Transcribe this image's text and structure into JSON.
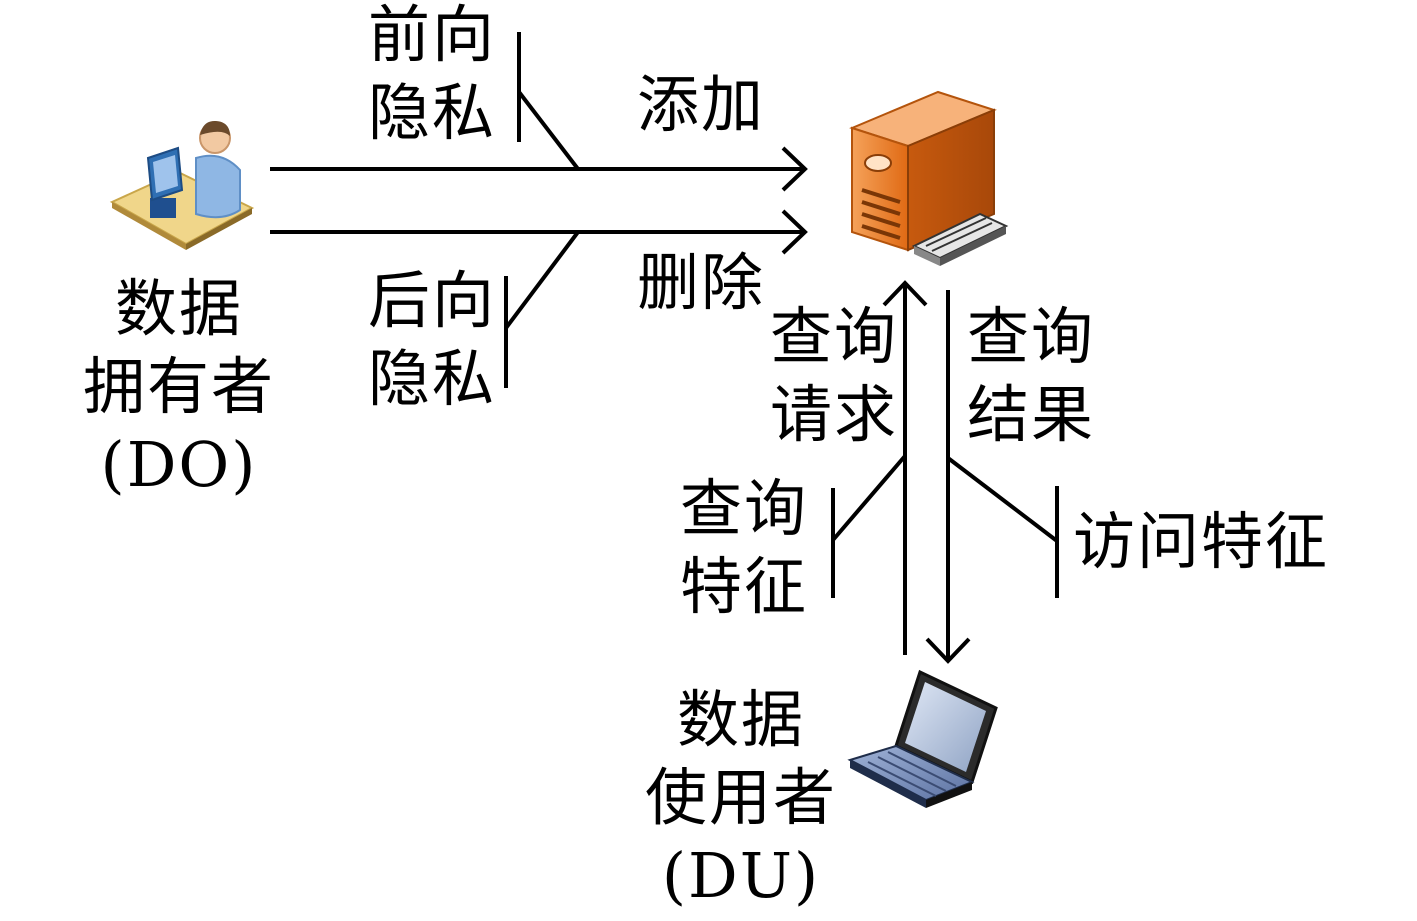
{
  "data_owner": {
    "line1": "数据",
    "line2": "拥有者",
    "line3": "(DO)"
  },
  "data_user": {
    "line1": "数据",
    "line2": "使用者",
    "line3": "(DU)"
  },
  "add_label": "添加",
  "delete_label": "删除",
  "forward_privacy": {
    "line1": "前向",
    "line2": "隐私"
  },
  "backward_privacy": {
    "line1": "后向",
    "line2": "隐私"
  },
  "query_request": {
    "line1": "查询",
    "line2": "请求"
  },
  "query_result": {
    "line1": "查询",
    "line2": "结果"
  },
  "query_feature": {
    "line1": "查询",
    "line2": "特征"
  },
  "access_feature": "访问特征",
  "icons": {
    "owner": "person-at-computer-icon",
    "server": "server-icon",
    "laptop": "laptop-icon"
  },
  "colors": {
    "server_orange": "#e8701e",
    "owner_blue": "#2f6fb3",
    "desk_yellow": "#f0d68a"
  }
}
